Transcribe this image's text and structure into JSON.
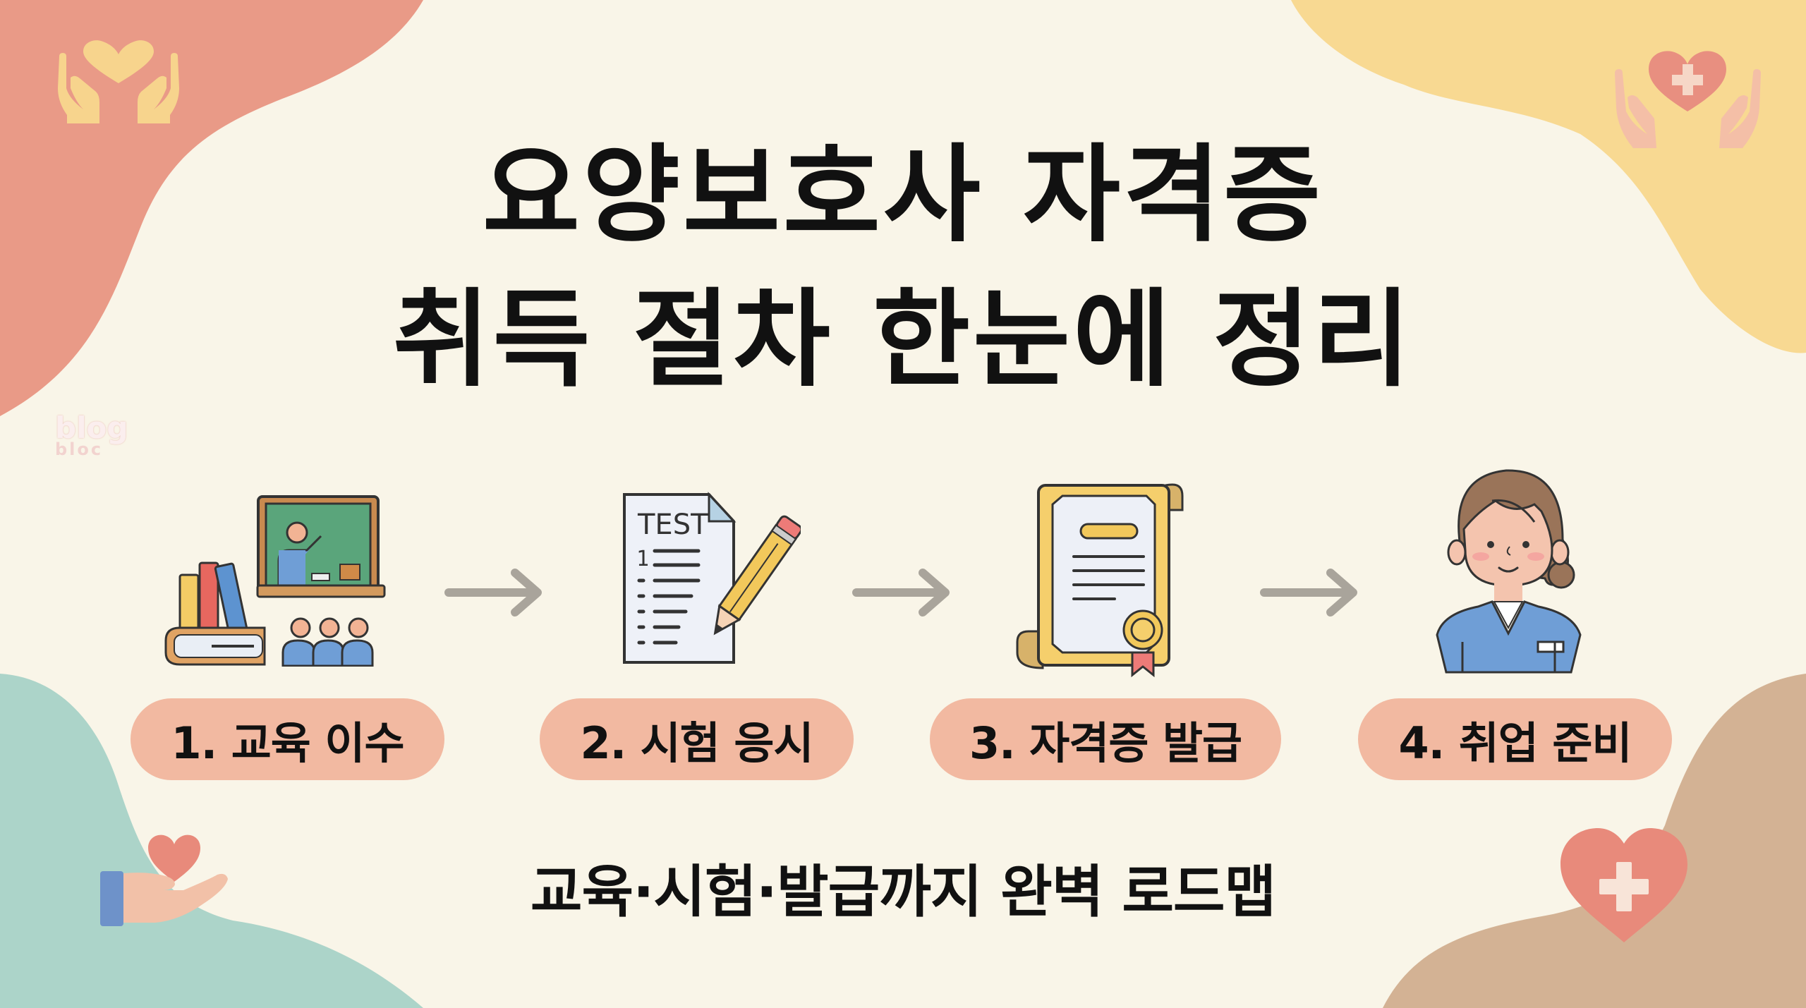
{
  "title": {
    "line1": "요양보호사 자격증",
    "line2": "취득 절차 한눈에 정리"
  },
  "watermark": {
    "line1": "blog",
    "line2": "bloc"
  },
  "steps": [
    {
      "label": "1. 교육 이수",
      "icon": "classroom-icon"
    },
    {
      "label": "2. 시험 응시",
      "icon": "test-paper-icon"
    },
    {
      "label": "3. 자격증 발급",
      "icon": "certificate-icon"
    },
    {
      "label": "4. 취업 준비",
      "icon": "caregiver-icon"
    }
  ],
  "test_icon": {
    "heading": "TEST",
    "number": "1"
  },
  "subtitle": "교육·시험·발급까지 완벽 로드맵",
  "decorations": {
    "top_left": "hands-heart-icon",
    "top_right": "hands-medical-heart-icon",
    "bottom_left": "hand-giving-heart-icon",
    "bottom_right": "medical-heart-icon"
  },
  "colors": {
    "background": "#f9f5e8",
    "blob_top_left": "#e99a87",
    "blob_top_right": "#f8d992",
    "blob_bottom_left": "#acd4c9",
    "blob_bottom_right": "#d3b294",
    "pill": "#f2b9a1",
    "arrow": "#a9a49b",
    "text": "#111111"
  }
}
